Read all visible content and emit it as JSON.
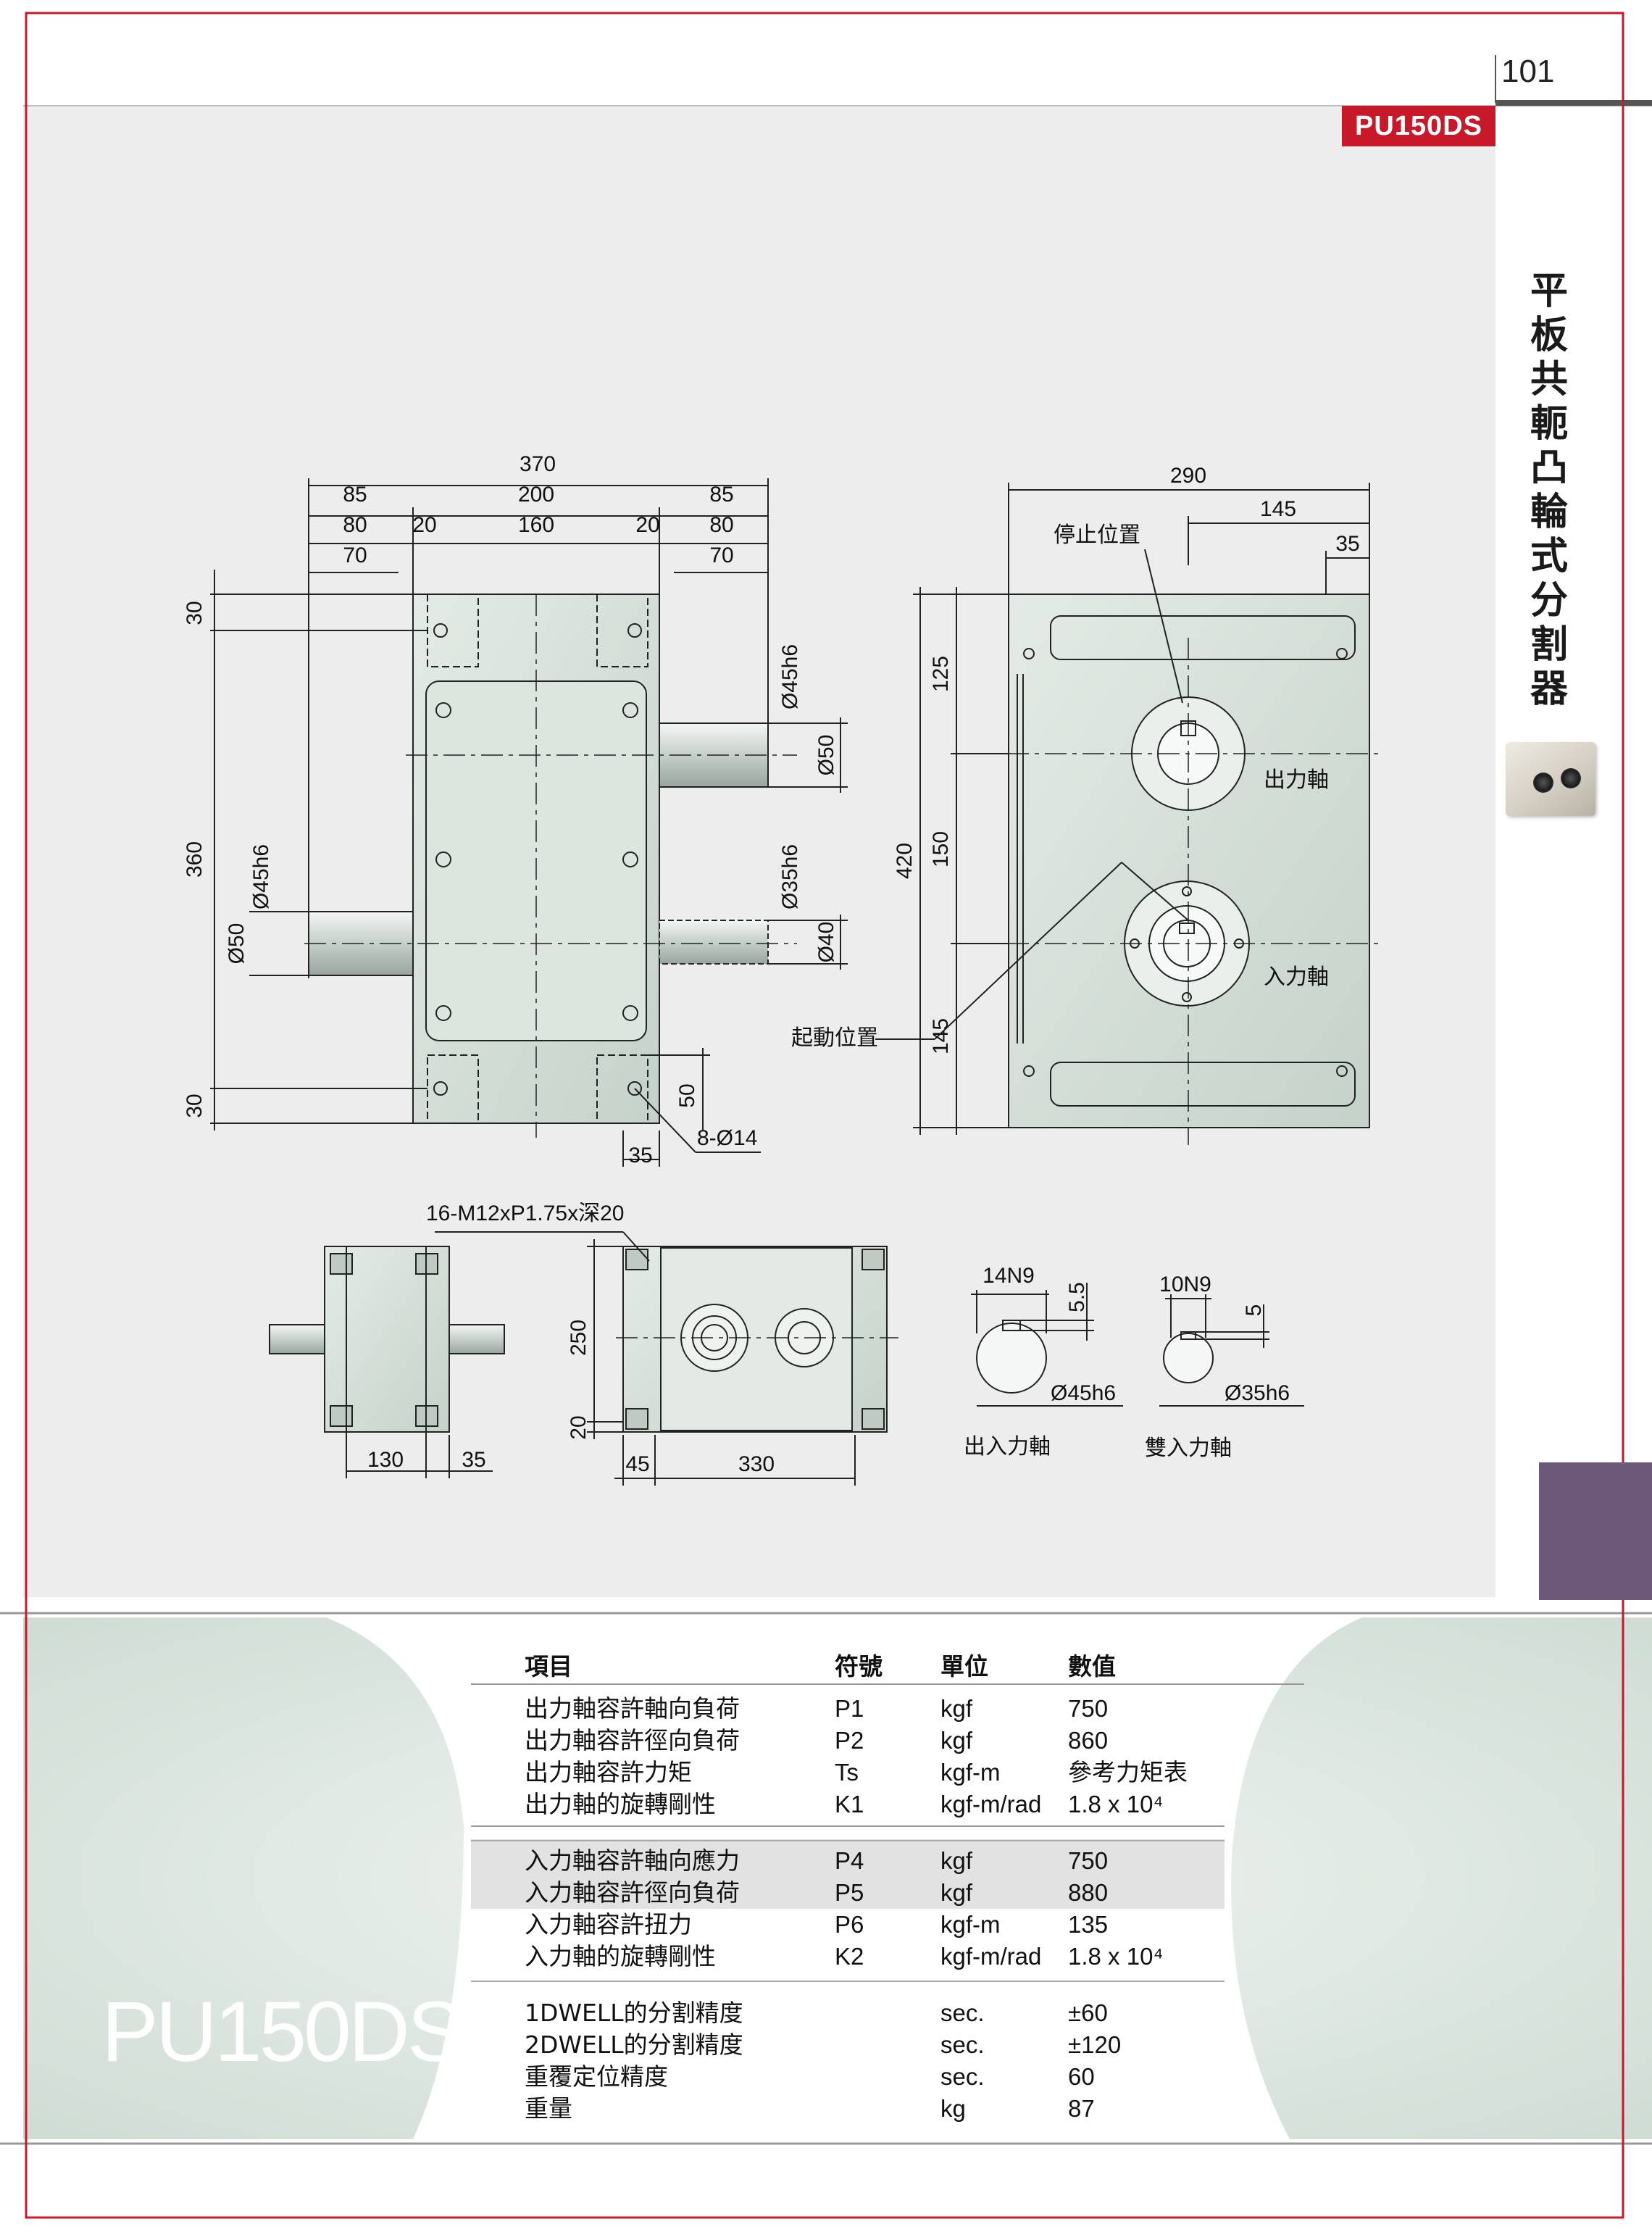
{
  "header": {
    "page_number": "101",
    "model_badge": "PU150DS",
    "vertical_title": "平板共軛凸輪式分割器"
  },
  "drawing": {
    "front_top_dims": [
      "370",
      "85",
      "200",
      "85",
      "80",
      "20",
      "160",
      "20",
      "80",
      "70",
      "70"
    ],
    "front_left_dims": [
      "30",
      "360",
      "30"
    ],
    "front_shaft_labels": [
      "Ø45h6",
      "Ø50",
      "Ø35h6",
      "Ø40",
      "Ø45h6",
      "Ø50"
    ],
    "front_bottom_labels": [
      "50",
      "35",
      "8-Ø14"
    ],
    "side_top_dims": [
      "290",
      "145",
      "35"
    ],
    "side_left_dims": [
      "420",
      "125",
      "150",
      "145"
    ],
    "side_labels": {
      "stop_position": "停止位置",
      "output_shaft": "出力軸",
      "input_shaft": "入力軸",
      "start_position": "起動位置"
    },
    "tap_label": "16-M12xP1.75x深20",
    "end_view_dims": [
      "130",
      "35"
    ],
    "bottom_view_dims": [
      "250",
      "20",
      "45",
      "330"
    ],
    "keyway_a": {
      "width": "14N9",
      "depth": "5.5",
      "dia": "Ø45h6",
      "caption": "出入力軸"
    },
    "keyway_b": {
      "width": "10N9",
      "depth": "5",
      "dia": "Ø35h6",
      "caption": "雙入力軸"
    }
  },
  "specs": {
    "headers": {
      "item": "項目",
      "symbol": "符號",
      "unit": "單位",
      "value": "數值"
    },
    "group1": [
      {
        "item": "出力軸容許軸向負荷",
        "symbol": "P1",
        "unit": "kgf",
        "value": "750"
      },
      {
        "item": "出力軸容許徑向負荷",
        "symbol": "P2",
        "unit": "kgf",
        "value": "860"
      },
      {
        "item": "出力軸容許力矩",
        "symbol": "Ts",
        "unit": "kgf-m",
        "value": "參考力矩表"
      },
      {
        "item": "出力軸的旋轉剛性",
        "symbol": "K1",
        "unit": "kgf-m/rad",
        "value": "1.8 x 10⁴"
      }
    ],
    "group2": [
      {
        "item": "入力軸容許軸向應力",
        "symbol": "P4",
        "unit": "kgf",
        "value": "750"
      },
      {
        "item": "入力軸容許徑向負荷",
        "symbol": "P5",
        "unit": "kgf",
        "value": "880"
      },
      {
        "item": "入力軸容許扭力",
        "symbol": "P6",
        "unit": "kgf-m",
        "value": "135"
      },
      {
        "item": "入力軸的旋轉剛性",
        "symbol": "K2",
        "unit": "kgf-m/rad",
        "value": "1.8 x 10⁴"
      }
    ],
    "group3": [
      {
        "item": "1DWELL的分割精度",
        "symbol": "",
        "unit": "sec.",
        "value": "±60"
      },
      {
        "item": "2DWELL的分割精度",
        "symbol": "",
        "unit": "sec.",
        "value": "±120"
      },
      {
        "item": "重覆定位精度",
        "symbol": "",
        "unit": "sec.",
        "value": "60"
      },
      {
        "item": "重量",
        "symbol": "",
        "unit": "kg",
        "value": "87"
      }
    ]
  },
  "footer": {
    "model": "PU150DS"
  },
  "colors": {
    "accent_red": "#c8192a",
    "purple": "#6c5878",
    "panel_green": "#dbe7df",
    "body_grey": "#d9e2dc"
  }
}
